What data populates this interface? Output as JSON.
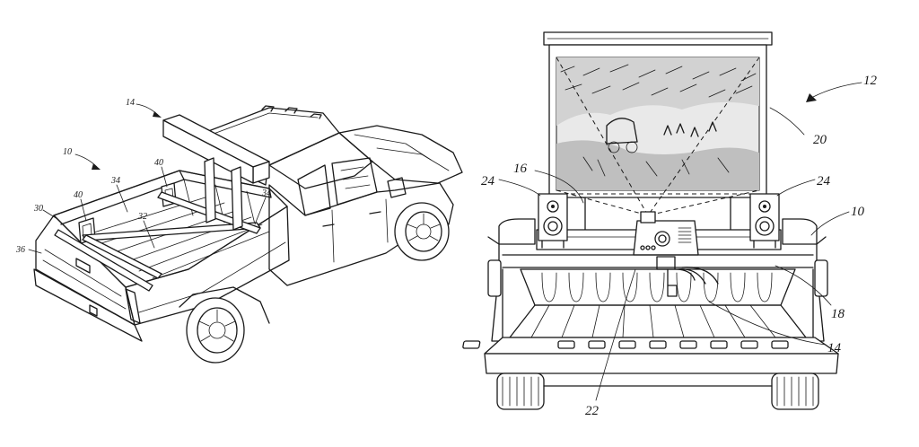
{
  "left_figure": {
    "labels": {
      "ref_14": "14",
      "ref_10": "10",
      "ref_40_a": "40",
      "ref_40_b": "40",
      "ref_34_a": "34",
      "ref_34_b": "34",
      "ref_30": "30",
      "ref_32": "32",
      "ref_36": "36"
    }
  },
  "right_figure": {
    "labels": {
      "ref_12": "12",
      "ref_20": "20",
      "ref_16": "16",
      "ref_24_left": "24",
      "ref_24_right": "24",
      "ref_10": "10",
      "ref_18": "18",
      "ref_14": "14",
      "ref_22": "22"
    }
  },
  "colors": {
    "line": "#1a1a1a",
    "background": "#ffffff"
  }
}
